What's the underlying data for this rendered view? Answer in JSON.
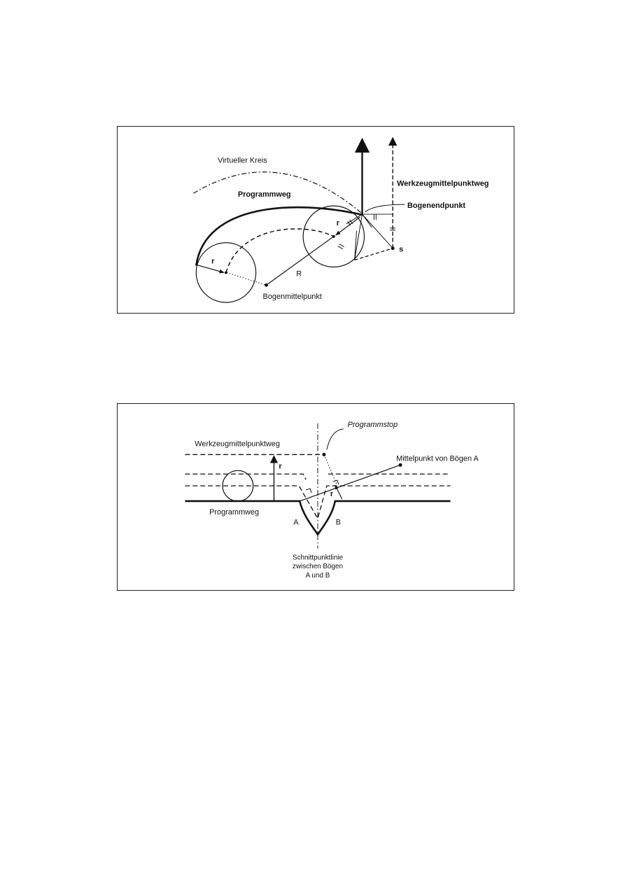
{
  "figure1": {
    "labels": {
      "virtual_circle": "Virtueller Kreis",
      "program_path": "Programmweg",
      "tool_center_path": "Werkzeugmittelpunktweg",
      "arc_end_point": "Bogenendpunkt",
      "arc_center": "Bogenmittelpunkt",
      "radius_small": "r",
      "radius_small_2": "r",
      "radius_large": "R",
      "point_s": "s"
    }
  },
  "figure2": {
    "labels": {
      "program_stop": "Programmstop",
      "tool_center_path": "Werkzeugmittelpunktweg",
      "center_arc_a": "Mittelpunkt von Bögen A",
      "program_path": "Programmweg",
      "radius_r": "r",
      "radius_r_2": "r",
      "arc_a": "A",
      "arc_b": "B",
      "intersection_line_1": "Schnittpunktlinie",
      "intersection_line_2": "zwischen Bögen",
      "intersection_line_3": "A und B"
    }
  },
  "colors": {
    "ink": "#111111",
    "frame": "#222222",
    "background": "#ffffff"
  }
}
